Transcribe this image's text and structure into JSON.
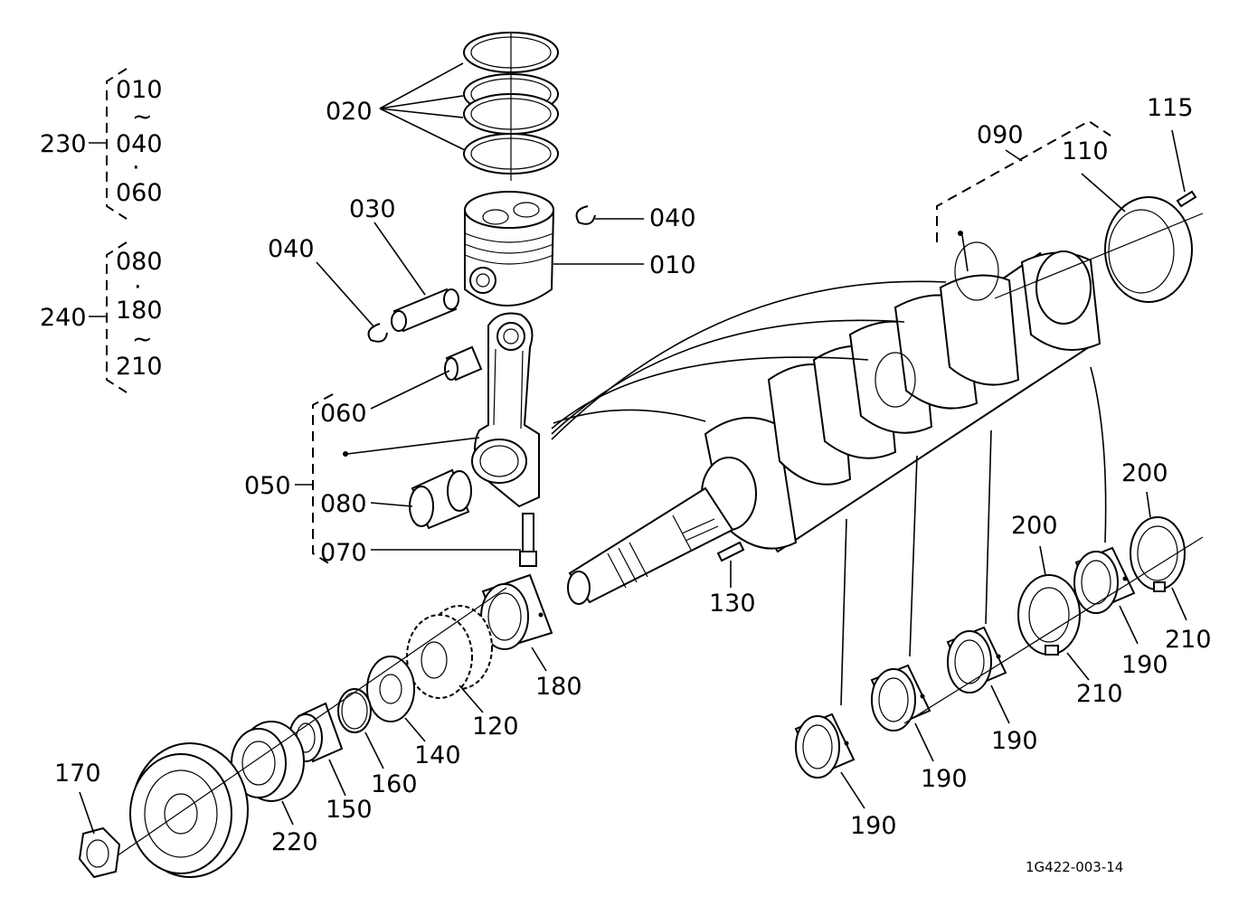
{
  "diagram": {
    "labels": {
      "l010": "010",
      "l020": "020",
      "l030": "030",
      "l040a": "040",
      "l040b": "040",
      "l050": "050",
      "l060": "060",
      "l070": "070",
      "l080": "080",
      "l090": "090",
      "l110": "110",
      "l115": "115",
      "l120": "120",
      "l130": "130",
      "l140": "140",
      "l150": "150",
      "l160": "160",
      "l170": "170",
      "l180": "180",
      "l190a": "190",
      "l190b": "190",
      "l190c": "190",
      "l190d": "190",
      "l200a": "200",
      "l200b": "200",
      "l210a": "210",
      "l210b": "210",
      "l220": "220"
    },
    "kit230": {
      "number": "230",
      "line1": "010",
      "sep1": "~",
      "line2": "040",
      "sep2": "·",
      "line3": "060"
    },
    "kit240": {
      "number": "240",
      "line1": "080",
      "sep1": "·",
      "line2": "180",
      "sep2": "~",
      "line3": "210"
    },
    "drawing_code": "1G422-003-14"
  }
}
